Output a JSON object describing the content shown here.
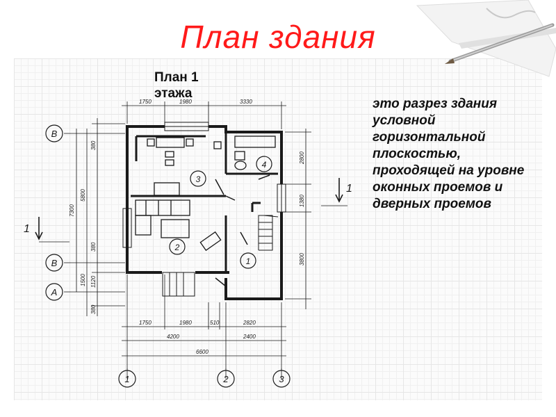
{
  "slide": {
    "title": "План здания",
    "subtitle": "План 1 этажа",
    "description": "это разрез здания условной горизонтальной плоскостью, проходящей на уровне оконных проемов и дверных проемов"
  },
  "drawing": {
    "dims_top": [
      "1750",
      "1980",
      "3330"
    ],
    "dims_bottom_row1": [
      "1750",
      "1980",
      "510",
      "2820"
    ],
    "dims_bottom_row2": [
      "4200",
      "2400"
    ],
    "dims_bottom_total": "6600",
    "dims_left_inner": [
      "380",
      "5800",
      "380",
      "1120",
      "380"
    ],
    "dims_left_outer": [
      "7300",
      "1500"
    ],
    "dims_right": [
      "2800",
      "1380",
      "3800"
    ],
    "axes_letters": [
      "В",
      "В",
      "А"
    ],
    "axes_numbers": [
      "1",
      "2",
      "3"
    ],
    "room_numbers": [
      "1",
      "2",
      "3",
      "4"
    ],
    "section_mark": "1"
  },
  "colors": {
    "title": "#ff1a1a",
    "text": "#111111",
    "lines": "#1a1a1a",
    "grid": "#e6e6e6"
  }
}
